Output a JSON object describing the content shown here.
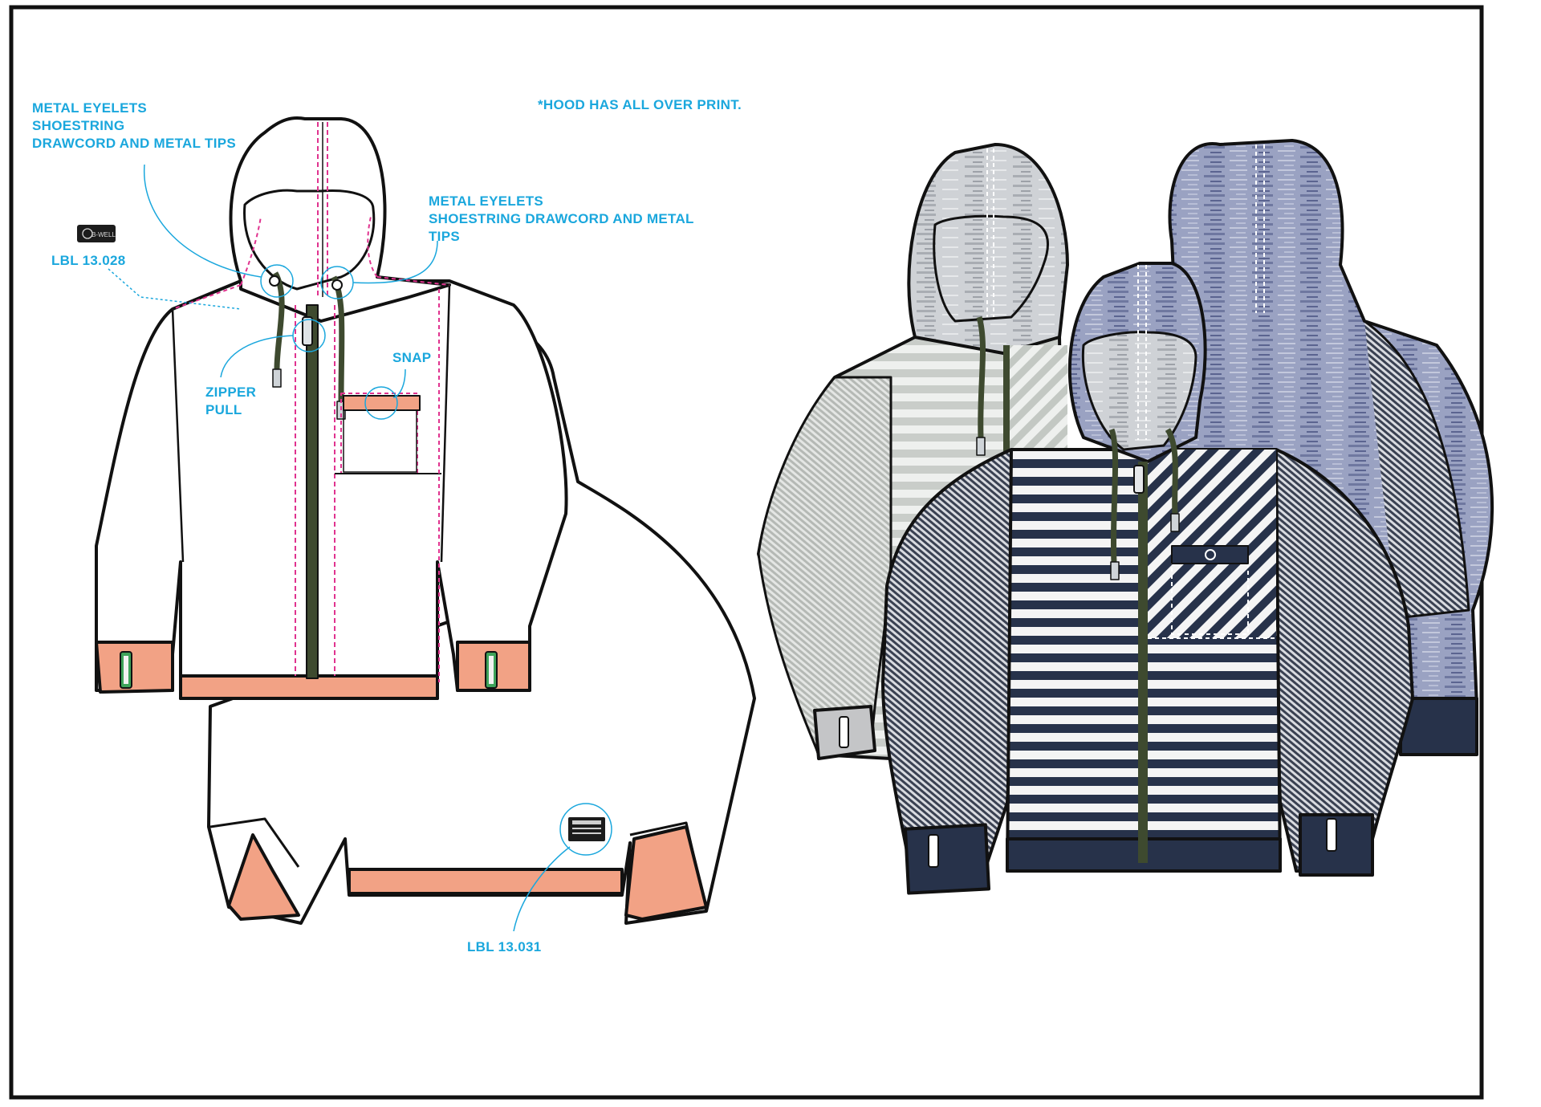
{
  "sheet": {
    "note": "*HOOD HAS ALL OVER PRINT.",
    "callouts": {
      "eyelets_left": [
        "METAL EYELETS",
        "SHOESTRING",
        "DRAWCORD AND METAL TIPS"
      ],
      "eyelets_right": [
        "METAL EYELETS",
        "SHOESTRING DRAWCORD AND METAL",
        "TIPS"
      ],
      "label_top": "LBL 13.028",
      "zipper_pull": [
        "ZIPPER",
        "PULL"
      ],
      "snap": "SNAP",
      "label_bottom": "LBL 13.031"
    },
    "label_badge_text": "B-WELL",
    "colors": {
      "callout": "#1aa7dd",
      "outline": "#111111",
      "trim_orange": "#f2a285",
      "stitch_pink": "#e0338f",
      "zipper": "#3e4a2f",
      "navy": "#27324a",
      "heather_blue": "#8d96b8",
      "heather_grey": "#c9cdc9",
      "cuff_grey": "#c4c5c7"
    },
    "icons": [
      "label-badge-icon",
      "eyelet-icon",
      "thumbhole-icon",
      "snap-icon"
    ]
  }
}
